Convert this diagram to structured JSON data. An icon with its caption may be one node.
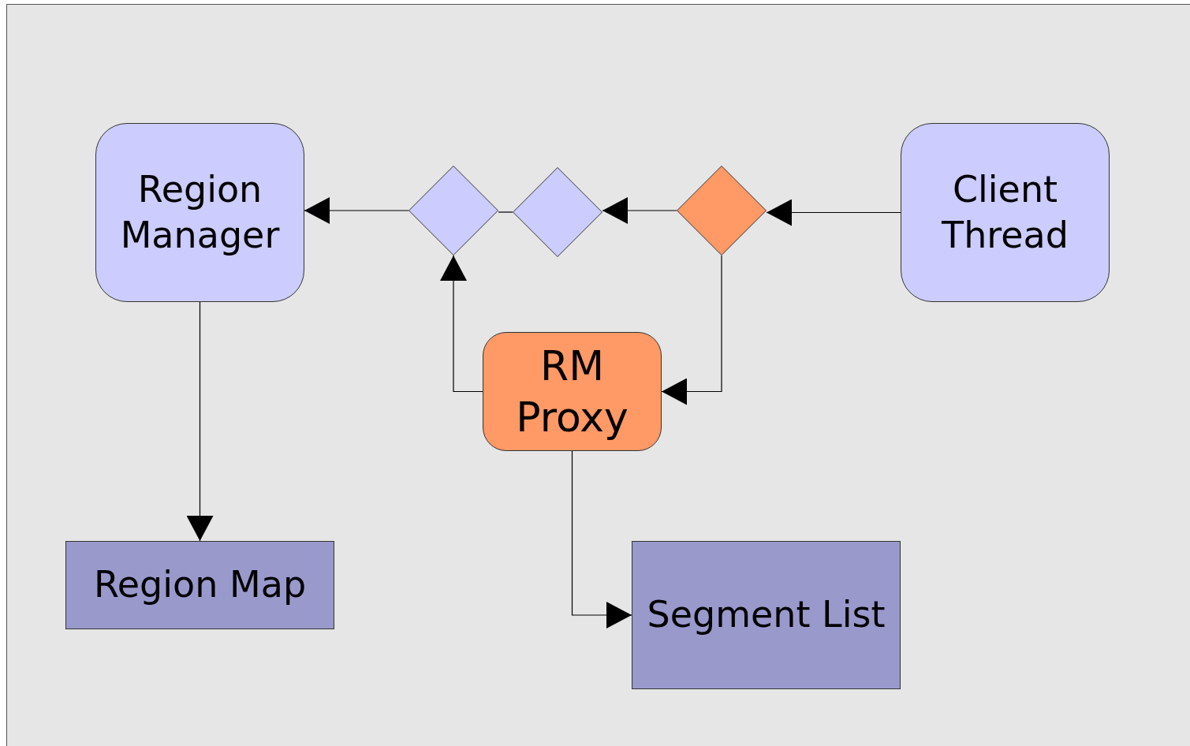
{
  "diagram": {
    "nodes": [
      {
        "text": [
          "Region Manager"
        ]
      },
      {
        "text": [],
        "shape": "diamond"
      },
      {
        "text": [],
        "shape": "diamond"
      },
      {
        "text": [],
        "shape": "diamond"
      },
      {
        "text": [
          "Client Thread"
        ]
      },
      {
        "text": [
          "RM Proxy"
        ]
      },
      {
        "text": [
          "Region Map"
        ]
      },
      {
        "text": [
          "Segment List"
        ]
      }
    ],
    "edges": [
      {
        "from": 1,
        "to": 0,
        "arrow": "to"
      },
      {
        "from": 2,
        "to": 1,
        "arrow": "none"
      },
      {
        "from": 3,
        "to": 2,
        "arrow": "to"
      },
      {
        "from": 4,
        "to": 3,
        "arrow": "to"
      },
      {
        "from": 5,
        "to": 1,
        "arrow": "to"
      },
      {
        "from": 3,
        "to": 5,
        "arrow": "to"
      },
      {
        "from": 0,
        "to": 6,
        "arrow": "to"
      },
      {
        "from": 5,
        "to": 7,
        "arrow": "to"
      }
    ]
  }
}
